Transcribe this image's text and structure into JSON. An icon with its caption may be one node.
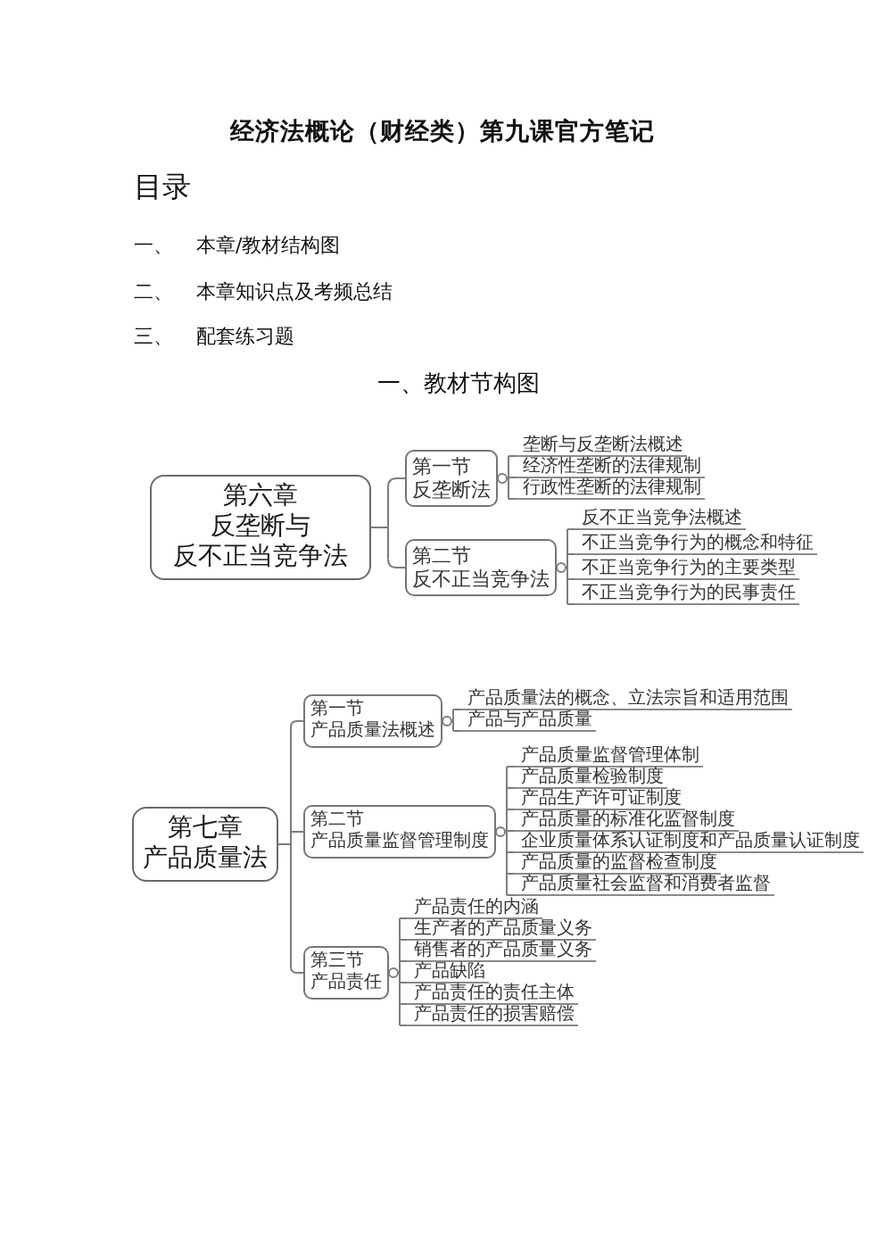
{
  "diagram": {
    "title": "经济法概论（财经类）第九课官方笔记",
    "nodes": [
      {
        "text": [
          "第六章",
          "反垄断与",
          "反不正当竞争法"
        ]
      },
      {
        "text": [
          "第一节",
          "反垄断法"
        ]
      },
      {
        "text": [
          "垄断与反垄断法概述"
        ]
      },
      {
        "text": [
          "经济性垄断的法律规制"
        ]
      },
      {
        "text": [
          "行政性垄断的法律规制"
        ]
      },
      {
        "text": [
          "第二节",
          "反不正当竞争法"
        ]
      },
      {
        "text": [
          "反不正当竞争法概述"
        ]
      },
      {
        "text": [
          "不正当竞争行为的概念和特征"
        ]
      },
      {
        "text": [
          "不正当竞争行为的主要类型"
        ]
      },
      {
        "text": [
          "不正当竞争行为的民事责任"
        ]
      },
      {
        "text": [
          "第七章",
          "产品质量法"
        ]
      },
      {
        "text": [
          "第一节",
          "产品质量法概述"
        ]
      },
      {
        "text": [
          "产品质量法的概念、立法宗旨和适用范围"
        ]
      },
      {
        "text": [
          "产品与产品质量"
        ]
      },
      {
        "text": [
          "第二节",
          "产品质量监督管理制度"
        ]
      },
      {
        "text": [
          "产品质量监督管理体制"
        ]
      },
      {
        "text": [
          "产品质量检验制度"
        ]
      },
      {
        "text": [
          "产品生产许可证制度"
        ]
      },
      {
        "text": [
          "产品质量的标准化监督制度"
        ]
      },
      {
        "text": [
          "企业质量体系认证制度和产品质量认证制度"
        ]
      },
      {
        "text": [
          "产品质量的监督检查制度"
        ]
      },
      {
        "text": [
          "产品质量社会监督和消费者监督"
        ]
      },
      {
        "text": [
          "第三节",
          "产品责任"
        ]
      },
      {
        "text": [
          "产品责任的内涵"
        ]
      },
      {
        "text": [
          "生产者的产品质量义务"
        ]
      },
      {
        "text": [
          "销售者的产品质量义务"
        ]
      },
      {
        "text": [
          "产品缺陷"
        ]
      },
      {
        "text": [
          "产品责任的责任主体"
        ]
      },
      {
        "text": [
          "产品责任的损害赔偿"
        ]
      }
    ],
    "edges": [
      {
        "from": 0,
        "to": 1,
        "arrow": "none"
      },
      {
        "from": 0,
        "to": 5,
        "arrow": "none"
      },
      {
        "from": 1,
        "to": 2,
        "arrow": "other"
      },
      {
        "from": 1,
        "to": 3,
        "arrow": "other"
      },
      {
        "from": 1,
        "to": 4,
        "arrow": "other"
      },
      {
        "from": 5,
        "to": 6,
        "arrow": "other"
      },
      {
        "from": 5,
        "to": 7,
        "arrow": "other"
      },
      {
        "from": 5,
        "to": 8,
        "arrow": "other"
      },
      {
        "from": 5,
        "to": 9,
        "arrow": "other"
      },
      {
        "from": 10,
        "to": 11,
        "arrow": "none"
      },
      {
        "from": 10,
        "to": 14,
        "arrow": "none"
      },
      {
        "from": 10,
        "to": 22,
        "arrow": "none"
      },
      {
        "from": 11,
        "to": 12,
        "arrow": "other"
      },
      {
        "from": 11,
        "to": 13,
        "arrow": "other"
      },
      {
        "from": 14,
        "to": 15,
        "arrow": "other"
      },
      {
        "from": 14,
        "to": 16,
        "arrow": "other"
      },
      {
        "from": 14,
        "to": 17,
        "arrow": "other"
      },
      {
        "from": 14,
        "to": 18,
        "arrow": "other"
      },
      {
        "from": 14,
        "to": 19,
        "arrow": "other"
      },
      {
        "from": 14,
        "to": 20,
        "arrow": "other"
      },
      {
        "from": 14,
        "to": 21,
        "arrow": "other"
      },
      {
        "from": 22,
        "to": 23,
        "arrow": "other"
      },
      {
        "from": 22,
        "to": 24,
        "arrow": "other"
      },
      {
        "from": 22,
        "to": 25,
        "arrow": "other"
      },
      {
        "from": 22,
        "to": 26,
        "arrow": "other"
      },
      {
        "from": 22,
        "to": 27,
        "arrow": "other"
      },
      {
        "from": 22,
        "to": 28,
        "arrow": "other"
      }
    ],
    "labels": [
      "目录",
      "一、",
      "本章/教材结构图",
      "二、",
      "本章知识点及考频总结",
      "三、",
      "配套练习题",
      "一、教材节构图"
    ]
  }
}
